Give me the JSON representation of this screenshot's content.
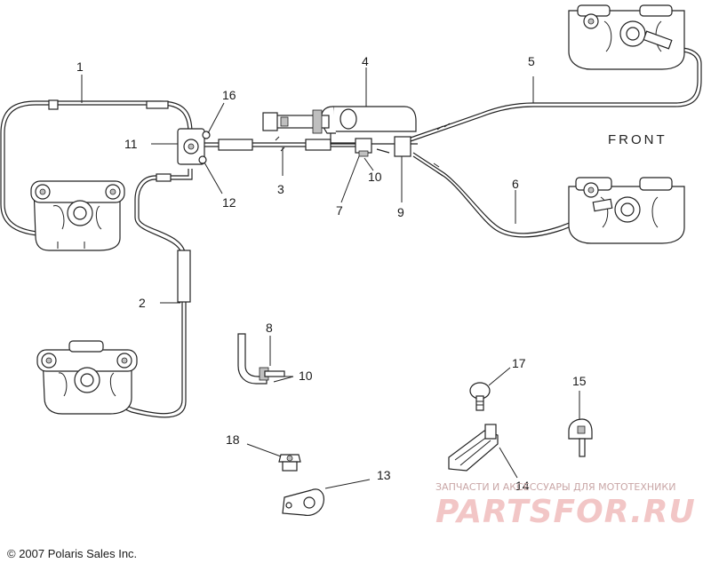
{
  "diagram": {
    "callouts": [
      {
        "id": "c1",
        "label": "1"
      },
      {
        "id": "c2",
        "label": "2"
      },
      {
        "id": "c3",
        "label": "3"
      },
      {
        "id": "c4",
        "label": "4"
      },
      {
        "id": "c5",
        "label": "5"
      },
      {
        "id": "c6",
        "label": "6"
      },
      {
        "id": "c7",
        "label": "7"
      },
      {
        "id": "c8",
        "label": "8"
      },
      {
        "id": "c9",
        "label": "9"
      },
      {
        "id": "c10a",
        "label": "10"
      },
      {
        "id": "c10b",
        "label": "10"
      },
      {
        "id": "c11",
        "label": "11"
      },
      {
        "id": "c12",
        "label": "12"
      },
      {
        "id": "c13",
        "label": "13"
      },
      {
        "id": "c14",
        "label": "14"
      },
      {
        "id": "c15",
        "label": "15"
      },
      {
        "id": "c16",
        "label": "16"
      },
      {
        "id": "c17",
        "label": "17"
      },
      {
        "id": "c18",
        "label": "18"
      }
    ],
    "front_label": "FRONT",
    "copyright": "© 2007 Polaris Sales Inc."
  },
  "watermark": {
    "tagline": "ЗАПЧАСТИ И АКСЕССУАРЫ ДЛЯ МОТОТЕХНИКИ",
    "brand": "PARTSFOR.RU"
  }
}
